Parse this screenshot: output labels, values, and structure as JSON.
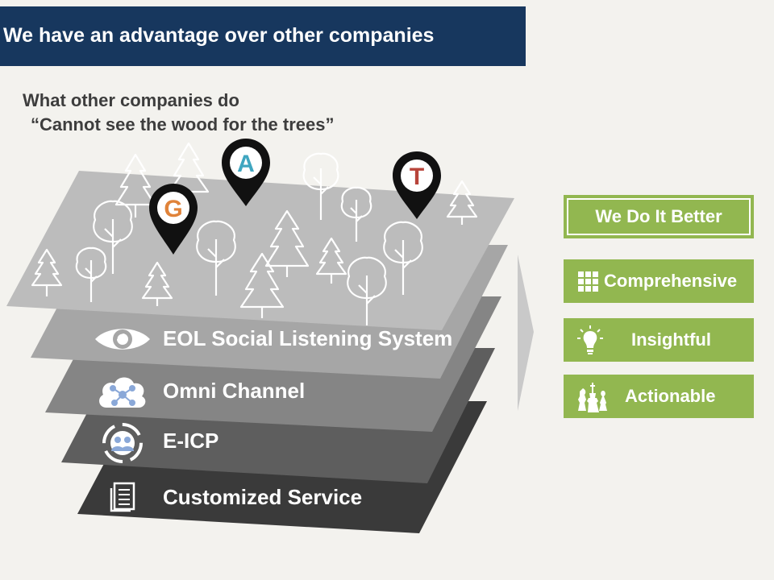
{
  "header": {
    "title": "We have an advantage over other companies"
  },
  "intro": {
    "line1": "What other companies do",
    "line2": "“Cannot see the wood for the trees”"
  },
  "map_pins": [
    {
      "letter": "G",
      "color": "#e0833a"
    },
    {
      "letter": "A",
      "color": "#3fa6c0"
    },
    {
      "letter": "T",
      "color": "#b8443a"
    }
  ],
  "layers": [
    {
      "label": "EOL Social Listening System",
      "icon": "eye-icon"
    },
    {
      "label": "Omni Channel",
      "icon": "cloud-network-icon"
    },
    {
      "label": "E-ICP",
      "icon": "people-target-icon"
    },
    {
      "label": "Customized Service",
      "icon": "document-icon"
    }
  ],
  "benefits": {
    "headline": "We Do It Better",
    "items": [
      {
        "label": "Comprehensive",
        "icon": "grid-icon"
      },
      {
        "label": "Insightful",
        "icon": "lightbulb-icon"
      },
      {
        "label": "Actionable",
        "icon": "chess-pieces-icon"
      }
    ]
  },
  "colors": {
    "title_bar": "#17375e",
    "benefit_green": "#92b750",
    "background": "#f3f2ee"
  }
}
